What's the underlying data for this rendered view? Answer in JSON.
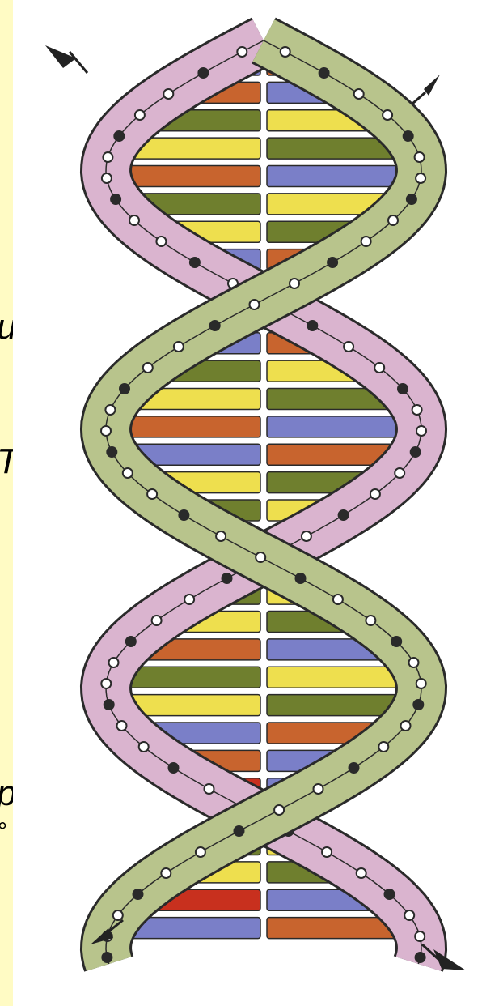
{
  "page": {
    "background": "#fffbc4",
    "panel_color": "#ffffff"
  },
  "fragments": [
    {
      "text": "u"
    },
    {
      "text": "T"
    },
    {
      "text": "p"
    },
    {
      "text": "°"
    }
  ],
  "illustration": {
    "strand_colors": {
      "green": "#b8c48c",
      "pink": "#dab4cf",
      "outline": "#2a2a2a",
      "node": "#ffffff"
    },
    "base_colors": {
      "blue": "#7a7fc8",
      "orange": "#c8642e",
      "olive": "#6f7f2e",
      "yellow": "#eedf4e",
      "red": "#c8301e"
    },
    "base_rungs": [
      "blue",
      "orange",
      "olive",
      "yellow",
      "orange",
      "olive",
      "yellow",
      "blue",
      "orange",
      "orange",
      "blue",
      "olive",
      "yellow",
      "orange",
      "blue",
      "yellow",
      "olive",
      "blue",
      "orange",
      "olive",
      "yellow",
      "orange",
      "olive",
      "yellow",
      "blue",
      "orange",
      "red",
      "orange",
      "olive",
      "yellow",
      "red",
      "blue"
    ]
  }
}
